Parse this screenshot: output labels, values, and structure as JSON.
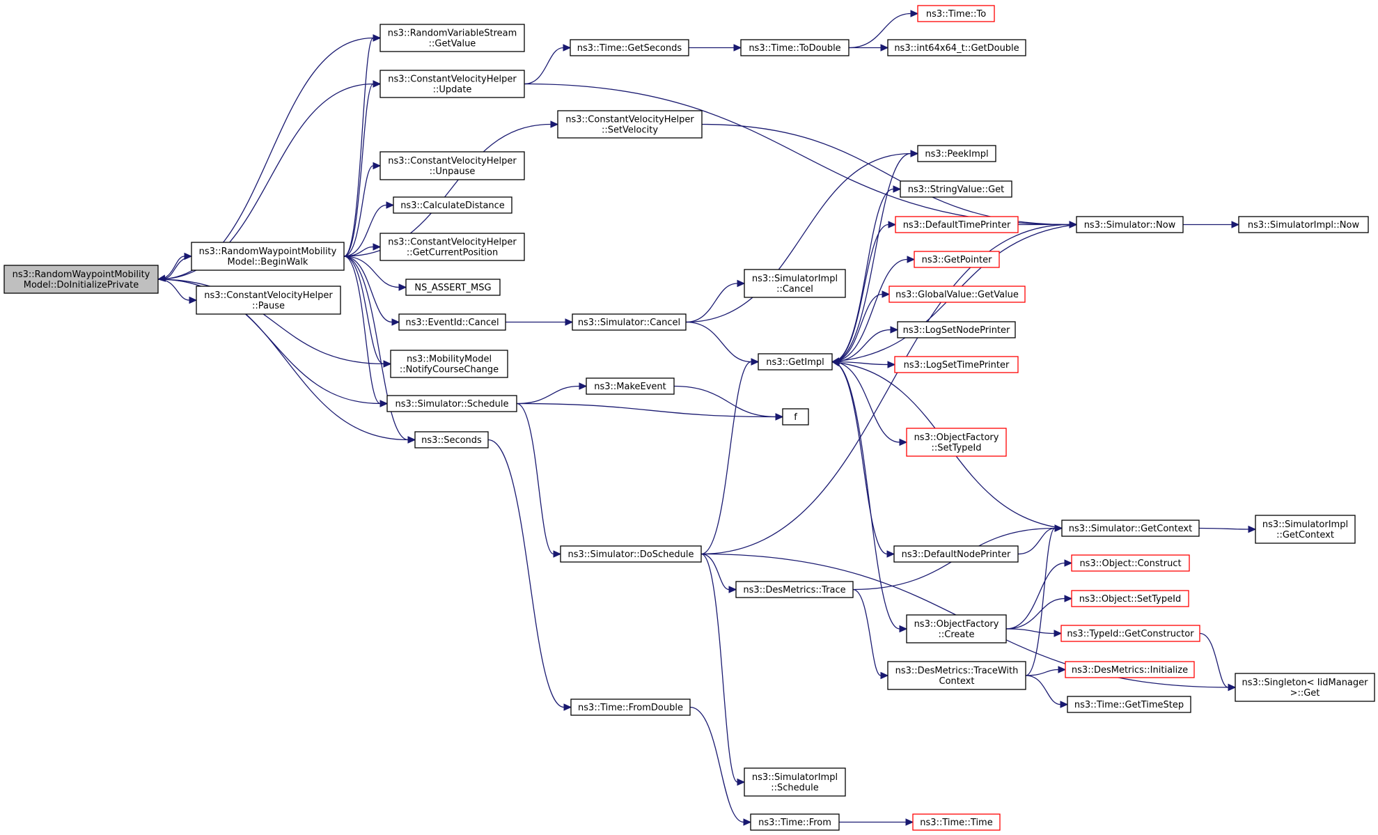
{
  "colors": {
    "edge": "#191970",
    "border_default": "#000000",
    "border_truncated": "#ff0000",
    "root_fill": "#bfbfbf",
    "node_fill": "#ffffff"
  },
  "nodes": [
    {
      "id": "root",
      "lines": [
        "ns3::RandomWaypointMobility",
        "Model::DoInitializePrivate"
      ],
      "style": "root"
    },
    {
      "id": "beginwalk",
      "lines": [
        "ns3::RandomWaypointMobility",
        "Model::BeginWalk"
      ],
      "style": "normal"
    },
    {
      "id": "rvs_getvalue",
      "lines": [
        "ns3::RandomVariableStream",
        "::GetValue"
      ],
      "style": "normal"
    },
    {
      "id": "cvh_update",
      "lines": [
        "ns3::ConstantVelocityHelper",
        "::Update"
      ],
      "style": "normal"
    },
    {
      "id": "cvh_setvelocity",
      "lines": [
        "ns3::ConstantVelocityHelper",
        "::SetVelocity"
      ],
      "style": "normal"
    },
    {
      "id": "cvh_unpause",
      "lines": [
        "ns3::ConstantVelocityHelper",
        "::Unpause"
      ],
      "style": "normal"
    },
    {
      "id": "calcdist",
      "lines": [
        "ns3::CalculateDistance"
      ],
      "style": "normal"
    },
    {
      "id": "cvh_getpos",
      "lines": [
        "ns3::ConstantVelocityHelper",
        "::GetCurrentPosition"
      ],
      "style": "normal"
    },
    {
      "id": "assert",
      "lines": [
        "NS_ASSERT_MSG"
      ],
      "style": "normal"
    },
    {
      "id": "cvh_pause",
      "lines": [
        "ns3::ConstantVelocityHelper",
        "::Pause"
      ],
      "style": "normal"
    },
    {
      "id": "eventid_cancel",
      "lines": [
        "ns3::EventId::Cancel"
      ],
      "style": "normal"
    },
    {
      "id": "notify",
      "lines": [
        "ns3::MobilityModel",
        "::NotifyCourseChange"
      ],
      "style": "normal"
    },
    {
      "id": "sim_schedule",
      "lines": [
        "ns3::Simulator::Schedule"
      ],
      "style": "normal"
    },
    {
      "id": "seconds",
      "lines": [
        "ns3::Seconds"
      ],
      "style": "normal"
    },
    {
      "id": "time_getseconds",
      "lines": [
        "ns3::Time::GetSeconds"
      ],
      "style": "normal"
    },
    {
      "id": "time_todouble",
      "lines": [
        "ns3::Time::ToDouble"
      ],
      "style": "normal"
    },
    {
      "id": "time_to",
      "lines": [
        "ns3::Time::To"
      ],
      "style": "truncated"
    },
    {
      "id": "int64_getdouble",
      "lines": [
        "ns3::int64x64_t::GetDouble"
      ],
      "style": "normal"
    },
    {
      "id": "sim_cancel",
      "lines": [
        "ns3::Simulator::Cancel"
      ],
      "style": "normal"
    },
    {
      "id": "simimpl_cancel",
      "lines": [
        "ns3::SimulatorImpl",
        "::Cancel"
      ],
      "style": "normal"
    },
    {
      "id": "makeevent",
      "lines": [
        "ns3::MakeEvent"
      ],
      "style": "normal"
    },
    {
      "id": "f",
      "lines": [
        "f"
      ],
      "style": "normal"
    },
    {
      "id": "sim_doschedule",
      "lines": [
        "ns3::Simulator::DoSchedule"
      ],
      "style": "normal"
    },
    {
      "id": "time_fromdouble",
      "lines": [
        "ns3::Time::FromDouble"
      ],
      "style": "normal"
    },
    {
      "id": "simimpl_schedule",
      "lines": [
        "ns3::SimulatorImpl",
        "::Schedule"
      ],
      "style": "normal"
    },
    {
      "id": "time_from",
      "lines": [
        "ns3::Time::From"
      ],
      "style": "normal"
    },
    {
      "id": "time_time",
      "lines": [
        "ns3::Time::Time"
      ],
      "style": "truncated"
    },
    {
      "id": "getimpl",
      "lines": [
        "ns3::GetImpl"
      ],
      "style": "normal"
    },
    {
      "id": "peekimpl",
      "lines": [
        "ns3::PeekImpl"
      ],
      "style": "normal"
    },
    {
      "id": "stringvalue_get",
      "lines": [
        "ns3::StringValue::Get"
      ],
      "style": "normal"
    },
    {
      "id": "defaulttimeprinter",
      "lines": [
        "ns3::DefaultTimePrinter"
      ],
      "style": "truncated"
    },
    {
      "id": "getpointer",
      "lines": [
        "ns3::GetPointer"
      ],
      "style": "truncated"
    },
    {
      "id": "globalvalue_getvalue",
      "lines": [
        "ns3::GlobalValue::GetValue"
      ],
      "style": "truncated"
    },
    {
      "id": "logsetnodeprinter",
      "lines": [
        "ns3::LogSetNodePrinter"
      ],
      "style": "normal"
    },
    {
      "id": "logsettimeprinter",
      "lines": [
        "ns3::LogSetTimePrinter"
      ],
      "style": "truncated"
    },
    {
      "id": "objfactory_settypeid",
      "lines": [
        "ns3::ObjectFactory",
        "::SetTypeId"
      ],
      "style": "truncated"
    },
    {
      "id": "sim_now",
      "lines": [
        "ns3::Simulator::Now"
      ],
      "style": "normal"
    },
    {
      "id": "simimpl_now",
      "lines": [
        "ns3::SimulatorImpl::Now"
      ],
      "style": "normal"
    },
    {
      "id": "sim_getcontext",
      "lines": [
        "ns3::Simulator::GetContext"
      ],
      "style": "normal"
    },
    {
      "id": "simimpl_getcontext",
      "lines": [
        "ns3::SimulatorImpl",
        "::GetContext"
      ],
      "style": "normal"
    },
    {
      "id": "defaultnodeprinter",
      "lines": [
        "ns3::DefaultNodePrinter"
      ],
      "style": "normal"
    },
    {
      "id": "desmetrics_trace",
      "lines": [
        "ns3::DesMetrics::Trace"
      ],
      "style": "normal"
    },
    {
      "id": "objfactory_create",
      "lines": [
        "ns3::ObjectFactory",
        "::Create"
      ],
      "style": "normal"
    },
    {
      "id": "desmetrics_tracewithcontext",
      "lines": [
        "ns3::DesMetrics::TraceWith",
        "Context"
      ],
      "style": "normal"
    },
    {
      "id": "object_construct",
      "lines": [
        "ns3::Object::Construct"
      ],
      "style": "truncated"
    },
    {
      "id": "object_settypeid",
      "lines": [
        "ns3::Object::SetTypeId"
      ],
      "style": "truncated"
    },
    {
      "id": "typeid_getconstructor",
      "lines": [
        "ns3::TypeId::GetConstructor"
      ],
      "style": "truncated"
    },
    {
      "id": "desmetrics_initialize",
      "lines": [
        "ns3::DesMetrics::Initialize"
      ],
      "style": "truncated"
    },
    {
      "id": "time_gettimestep",
      "lines": [
        "ns3::Time::GetTimeStep"
      ],
      "style": "normal"
    },
    {
      "id": "singleton_get",
      "lines": [
        "ns3::Singleton< IidManager",
        ">::Get"
      ],
      "style": "normal"
    }
  ],
  "edges": [
    [
      "root",
      "rvs_getvalue"
    ],
    [
      "root",
      "cvh_update"
    ],
    [
      "root",
      "beginwalk"
    ],
    [
      "root",
      "cvh_pause"
    ],
    [
      "root",
      "notify"
    ],
    [
      "root",
      "sim_schedule"
    ],
    [
      "root",
      "seconds"
    ],
    [
      "beginwalk",
      "root"
    ],
    [
      "beginwalk",
      "rvs_getvalue"
    ],
    [
      "beginwalk",
      "cvh_update"
    ],
    [
      "beginwalk",
      "cvh_setvelocity"
    ],
    [
      "beginwalk",
      "cvh_unpause"
    ],
    [
      "beginwalk",
      "calcdist"
    ],
    [
      "beginwalk",
      "cvh_getpos"
    ],
    [
      "beginwalk",
      "assert"
    ],
    [
      "beginwalk",
      "eventid_cancel"
    ],
    [
      "beginwalk",
      "notify"
    ],
    [
      "beginwalk",
      "sim_schedule"
    ],
    [
      "beginwalk",
      "seconds"
    ],
    [
      "cvh_update",
      "time_getseconds"
    ],
    [
      "cvh_update",
      "sim_now"
    ],
    [
      "time_getseconds",
      "time_todouble"
    ],
    [
      "time_todouble",
      "time_to"
    ],
    [
      "time_todouble",
      "int64_getdouble"
    ],
    [
      "cvh_setvelocity",
      "sim_now"
    ],
    [
      "eventid_cancel",
      "sim_cancel"
    ],
    [
      "sim_cancel",
      "simimpl_cancel"
    ],
    [
      "sim_cancel",
      "getimpl"
    ],
    [
      "sim_cancel",
      "peekimpl"
    ],
    [
      "sim_schedule",
      "makeevent"
    ],
    [
      "sim_schedule",
      "f"
    ],
    [
      "sim_schedule",
      "sim_doschedule"
    ],
    [
      "makeevent",
      "f"
    ],
    [
      "seconds",
      "time_fromdouble"
    ],
    [
      "sim_doschedule",
      "getimpl"
    ],
    [
      "sim_doschedule",
      "sim_now"
    ],
    [
      "sim_doschedule",
      "desmetrics_trace"
    ],
    [
      "sim_doschedule",
      "simimpl_schedule"
    ],
    [
      "sim_doschedule",
      "singleton_get"
    ],
    [
      "time_fromdouble",
      "time_from"
    ],
    [
      "time_from",
      "time_time"
    ],
    [
      "getimpl",
      "peekimpl"
    ],
    [
      "getimpl",
      "stringvalue_get"
    ],
    [
      "getimpl",
      "defaulttimeprinter"
    ],
    [
      "getimpl",
      "getpointer"
    ],
    [
      "getimpl",
      "globalvalue_getvalue"
    ],
    [
      "getimpl",
      "logsetnodeprinter"
    ],
    [
      "getimpl",
      "logsettimeprinter"
    ],
    [
      "getimpl",
      "objfactory_settypeid"
    ],
    [
      "getimpl",
      "defaultnodeprinter"
    ],
    [
      "getimpl",
      "objfactory_create"
    ],
    [
      "defaulttimeprinter",
      "sim_now"
    ],
    [
      "sim_now",
      "simimpl_now"
    ],
    [
      "sim_now",
      "getimpl"
    ],
    [
      "sim_getcontext",
      "simimpl_getcontext"
    ],
    [
      "sim_getcontext",
      "getimpl"
    ],
    [
      "defaultnodeprinter",
      "sim_getcontext"
    ],
    [
      "desmetrics_trace",
      "sim_getcontext"
    ],
    [
      "desmetrics_trace",
      "desmetrics_tracewithcontext"
    ],
    [
      "objfactory_create",
      "object_construct"
    ],
    [
      "objfactory_create",
      "object_settypeid"
    ],
    [
      "objfactory_create",
      "typeid_getconstructor"
    ],
    [
      "desmetrics_tracewithcontext",
      "sim_getcontext"
    ],
    [
      "desmetrics_tracewithcontext",
      "desmetrics_initialize"
    ],
    [
      "desmetrics_tracewithcontext",
      "time_gettimestep"
    ],
    [
      "typeid_getconstructor",
      "singleton_get"
    ]
  ]
}
